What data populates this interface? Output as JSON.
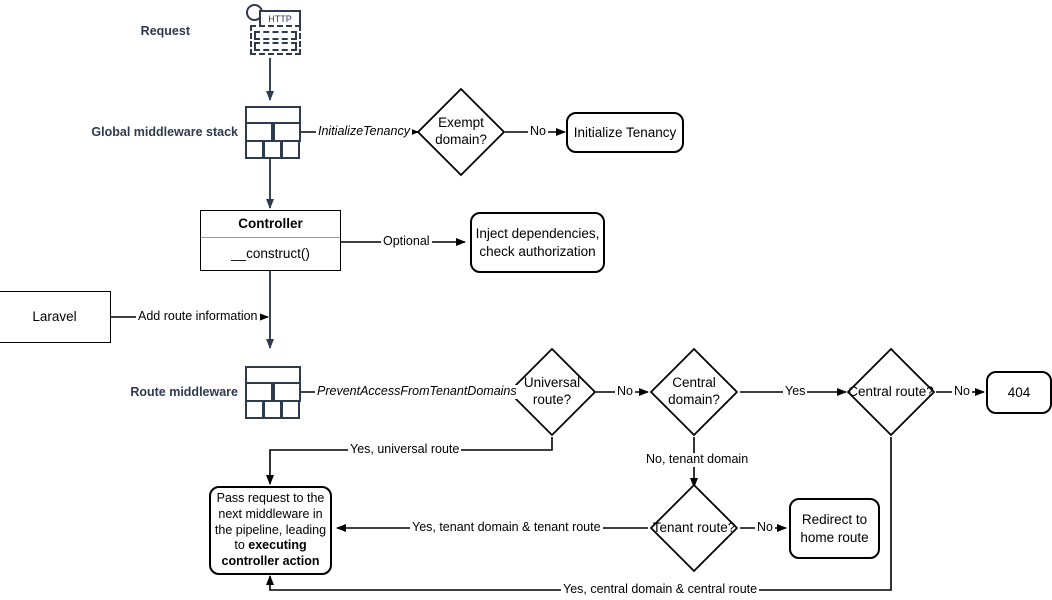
{
  "diagram": {
    "title": "Laravel multi-tenancy request lifecycle flowchart",
    "captions": {
      "request": "Request",
      "global_middleware": "Global middleware stack",
      "route_middleware": "Route middleware"
    },
    "icons": {
      "http": "http-request-icon",
      "http_label": "HTTP",
      "global_stack": "middleware-stack-icon",
      "route_stack": "middleware-stack-icon"
    },
    "nodes": {
      "exempt_domain": "Exempt domain?",
      "initialize_tenancy": "Initialize Tenancy",
      "controller_header": "Controller",
      "controller_method": "__construct()",
      "inject_dependencies": "Inject dependencies, check authorization",
      "inject_dependencies_line1": "Inject dependencies,",
      "inject_dependencies_line2": "check authorization",
      "laravel": "Laravel",
      "universal_route": "Universal route?",
      "central_domain": "Central domain?",
      "central_route": "Central route?",
      "not_found": "404",
      "tenant_route": "Tenant route?",
      "redirect_home_line1": "Redirect to",
      "redirect_home_line2": "home route",
      "pass_request_line1": "Pass request to the",
      "pass_request_line2": "next middleware in",
      "pass_request_line3": "the pipeline, leading",
      "pass_request_line4": "to ",
      "pass_request_bold1": "executing",
      "pass_request_bold2": "controller action"
    },
    "edges": {
      "initialize_tenancy_mw": "InitializeTenancy",
      "exempt_no": "No",
      "optional": "Optional",
      "add_route_information": "Add route information",
      "prevent_access": "PreventAccessFromTenantDomains",
      "universal_no": "No",
      "central_domain_yes": "Yes",
      "central_route_no": "No",
      "no_tenant_domain": "No, tenant domain",
      "tenant_route_no": "No",
      "yes_universal_route": "Yes, universal route",
      "yes_tenant_domain_tenant_route": "Yes, tenant domain & tenant route",
      "yes_central_domain_central_route": "Yes, central domain & central route"
    },
    "colors": {
      "caption": "#2e3a4e",
      "icon": "#2e3a4e",
      "stroke": "#000000",
      "background": "#ffffff"
    }
  }
}
